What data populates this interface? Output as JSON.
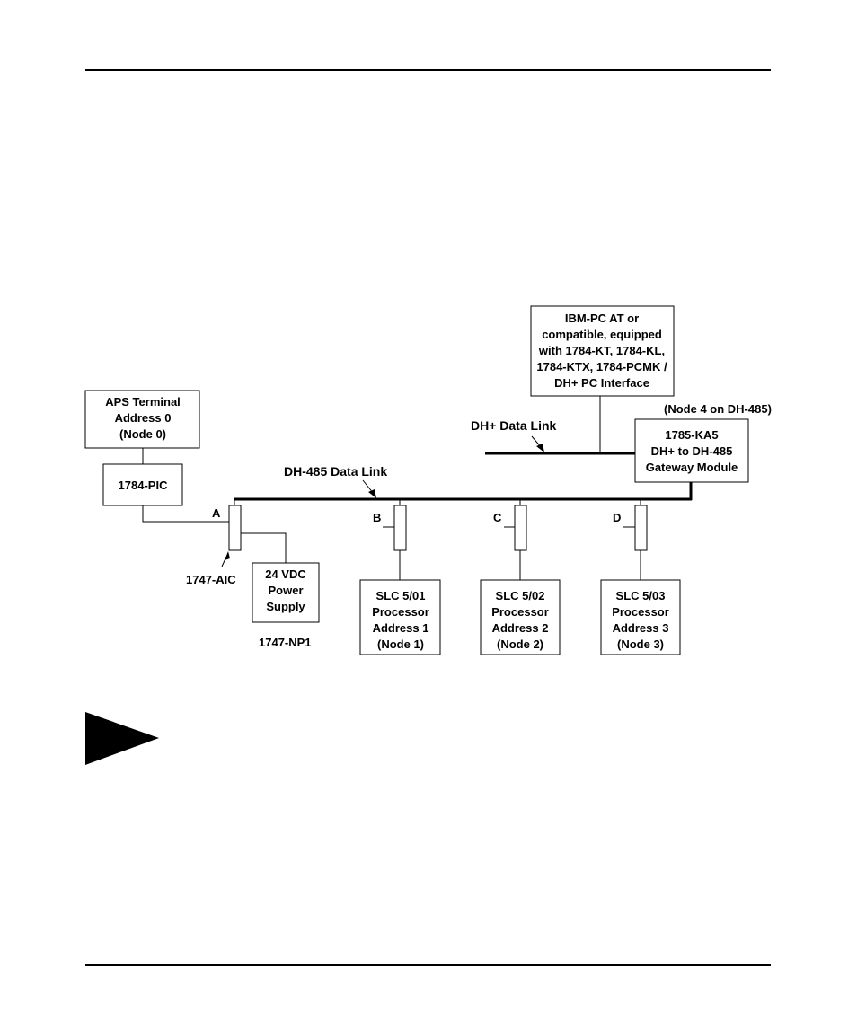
{
  "devices": {
    "aps_terminal": [
      "APS Terminal",
      "Address 0",
      "(Node 0)"
    ],
    "pic": [
      "1784-PIC"
    ],
    "power_supply": [
      "24 VDC",
      "Power",
      "Supply"
    ],
    "slc1": [
      "SLC 5/01",
      "Processor",
      "Address 1",
      "(Node 1)"
    ],
    "slc2": [
      "SLC 5/02",
      "Processor",
      "Address 2",
      "(Node 2)"
    ],
    "slc3": [
      "SLC 5/03",
      "Processor",
      "Address 3",
      "(Node 3)"
    ],
    "ibm_pc": [
      "IBM-PC AT or",
      "compatible, equipped",
      "with 1784-KT, 1784-KL,",
      "1784-KTX, 1784-PCMK /",
      "DH+ PC Interface"
    ],
    "gateway": [
      "1785-KA5",
      "DH+ to DH-485",
      "Gateway Module"
    ]
  },
  "labels": {
    "dh485_link": "DH-485 Data Link",
    "dhplus_link": "DH+ Data Link",
    "node4": "(Node 4 on DH-485)",
    "aic": "1747-AIC",
    "np1": "1747-NP1",
    "tap_a": "A",
    "tap_b": "B",
    "tap_c": "C",
    "tap_d": "D"
  }
}
